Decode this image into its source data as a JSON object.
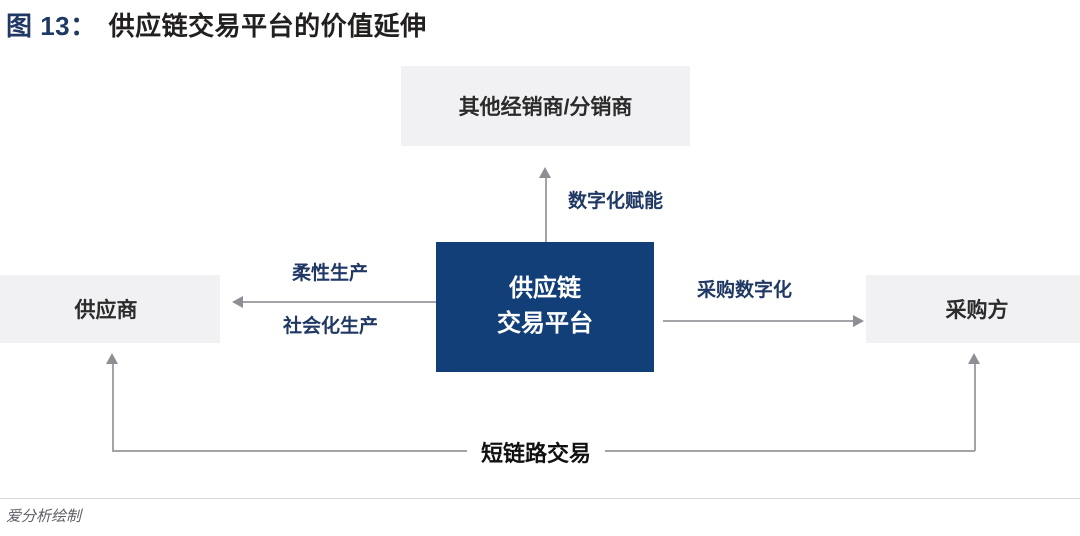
{
  "title": {
    "index": "图 13：",
    "text": "供应链交易平台的价值延伸"
  },
  "nodes": {
    "dealers": "其他经销商/分销商",
    "supplier": "供应商",
    "buyer": "采购方",
    "platform_line1": "供应链",
    "platform_line2": "交易平台"
  },
  "edges": {
    "digital_enable": "数字化赋能",
    "flexible_production": "柔性生产",
    "social_production": "社会化生产",
    "procurement_digital": "采购数字化",
    "short_chain": "短链路交易"
  },
  "footer": {
    "credit": "爱分析绘制"
  },
  "colors": {
    "title_index": "#1F3864",
    "title_text": "#221F1F",
    "node_navy": "#123F77",
    "node_gray": "#F1F0F3",
    "edge_label": "#1F3864",
    "connector": "#A3A3A8"
  }
}
